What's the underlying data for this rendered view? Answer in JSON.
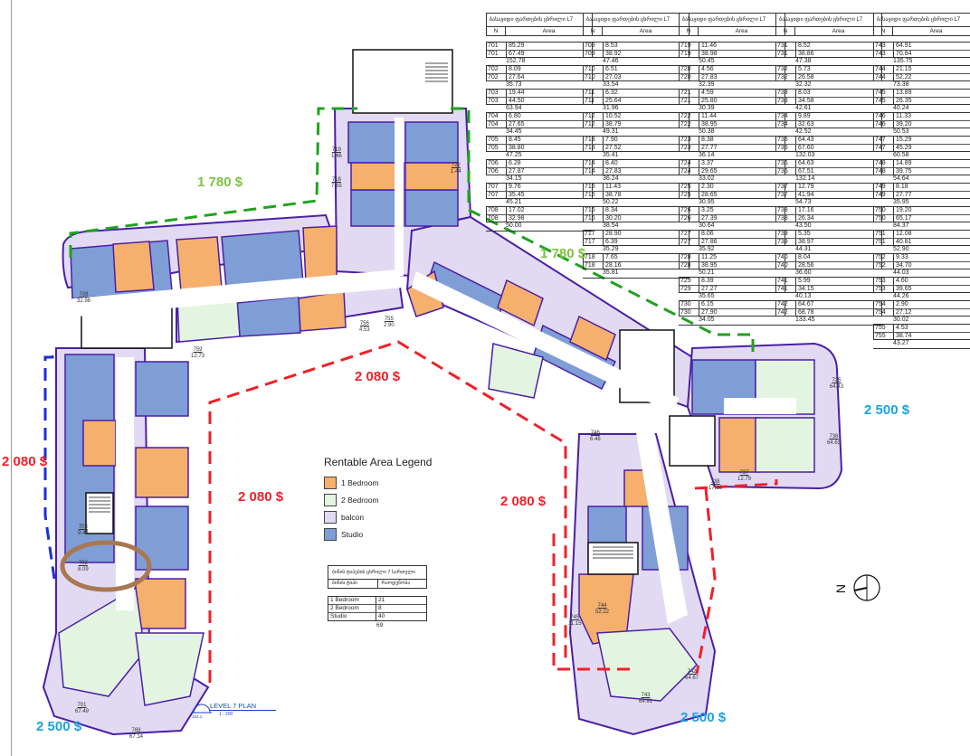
{
  "drawing": {
    "title": "LEVEL 7 PLAN",
    "scale": "1 : 200",
    "view_number": "1",
    "sheet_ref": "A-102.1",
    "north_label": "N"
  },
  "area_tables": [
    {
      "title": "ბასაყიდი ფართების ცხრილი L7",
      "col_n": "N",
      "col_area": "Area",
      "groups": [
        {
          "rows": [
            [
              "701",
              "85.29"
            ],
            [
              "701",
              "67.49"
            ]
          ],
          "total": "152.78"
        },
        {
          "rows": [
            [
              "702",
              "8.09"
            ],
            [
              "702",
              "27.64"
            ]
          ],
          "total": "35.73"
        },
        {
          "rows": [
            [
              "703",
              "19.44"
            ],
            [
              "703",
              "44.50"
            ]
          ],
          "total": "63.94"
        },
        {
          "rows": [
            [
              "704",
              "6.80"
            ],
            [
              "704",
              "27.65"
            ]
          ],
          "total": "34.45"
        },
        {
          "rows": [
            [
              "705",
              "8.45"
            ],
            [
              "705",
              "38.80"
            ]
          ],
          "total": "47.25"
        },
        {
          "rows": [
            [
              "706",
              "6.28"
            ],
            [
              "706",
              "27.87"
            ]
          ],
          "total": "34.15"
        },
        {
          "rows": [
            [
              "707",
              "9.76"
            ],
            [
              "707",
              "35.45"
            ]
          ],
          "total": "45.21"
        },
        {
          "rows": [
            [
              "708",
              "17.02"
            ],
            [
              "708",
              "32.98"
            ]
          ],
          "total": "50.00"
        }
      ]
    },
    {
      "title": "ბასაყიდი ფართების ცხრილი L7",
      "col_n": "N",
      "col_area": "Area",
      "groups": [
        {
          "rows": [
            [
              "709",
              "8.53"
            ],
            [
              "709",
              "38.92"
            ]
          ],
          "total": "47.46"
        },
        {
          "rows": [
            [
              "710",
              "6.51"
            ],
            [
              "710",
              "27.03"
            ]
          ],
          "total": "33.54"
        },
        {
          "rows": [
            [
              "711",
              "6.32"
            ],
            [
              "711",
              "25.64"
            ]
          ],
          "total": "31.96"
        },
        {
          "rows": [
            [
              "712",
              "10.52"
            ],
            [
              "712",
              "38.79"
            ]
          ],
          "total": "49.31"
        },
        {
          "rows": [
            [
              "713",
              "7.90"
            ],
            [
              "713",
              "27.52"
            ]
          ],
          "total": "35.41"
        },
        {
          "rows": [
            [
              "714",
              "8.40"
            ],
            [
              "714",
              "27.83"
            ]
          ],
          "total": "36.24"
        },
        {
          "rows": [
            [
              "715",
              "11.43"
            ],
            [
              "715",
              "38.78"
            ]
          ],
          "total": "50.22"
        },
        {
          "rows": [
            [
              "716",
              "8.34"
            ],
            [
              "716",
              "30.20"
            ]
          ],
          "total": "38.54"
        },
        {
          "rows": [
            [
              "717",
              "28.90"
            ],
            [
              "717",
              "6.39"
            ]
          ],
          "total": "35.29"
        },
        {
          "rows": [
            [
              "718",
              "7.65"
            ],
            [
              "718",
              "28.16"
            ]
          ],
          "total": "35.81"
        }
      ]
    },
    {
      "title": "ბასაყიდი ფართების ცხრილი L7",
      "col_n": "N",
      "col_area": "Area",
      "groups": [
        {
          "rows": [
            [
              "719",
              "11.46"
            ],
            [
              "719",
              "38.98"
            ]
          ],
          "total": "50.45"
        },
        {
          "rows": [
            [
              "720",
              "4.56"
            ],
            [
              "720",
              "27.83"
            ]
          ],
          "total": "32.39"
        },
        {
          "rows": [
            [
              "721",
              "4.59"
            ],
            [
              "721",
              "25.80"
            ]
          ],
          "total": "30.39"
        },
        {
          "rows": [
            [
              "722",
              "11.44"
            ],
            [
              "722",
              "38.95"
            ]
          ],
          "total": "50.38"
        },
        {
          "rows": [
            [
              "723",
              "8.38"
            ],
            [
              "723",
              "27.77"
            ]
          ],
          "total": "36.14"
        },
        {
          "rows": [
            [
              "724",
              "3.37"
            ],
            [
              "724",
              "29.65"
            ]
          ],
          "total": "33.02"
        },
        {
          "rows": [
            [
              "725",
              "2.30"
            ],
            [
              "725",
              "28.65"
            ]
          ],
          "total": "30.95"
        },
        {
          "rows": [
            [
              "726",
              "3.25"
            ],
            [
              "726",
              "27.39"
            ]
          ],
          "total": "30.64"
        },
        {
          "rows": [
            [
              "727",
              "8.06"
            ],
            [
              "727",
              "27.86"
            ]
          ],
          "total": "35.92"
        },
        {
          "rows": [
            [
              "728",
              "11.25"
            ],
            [
              "728",
              "38.95"
            ]
          ],
          "total": "50.21"
        },
        {
          "rows": [
            [
              "729",
              "8.39"
            ],
            [
              "729",
              "27.27"
            ]
          ],
          "total": "35.65"
        },
        {
          "rows": [
            [
              "730",
              "6.15"
            ],
            [
              "730",
              "27.90"
            ]
          ],
          "total": "34.05"
        }
      ]
    },
    {
      "title": "ბასაყიდი ფართების ცხრილი L7",
      "col_n": "N",
      "col_area": "Area",
      "groups": [
        {
          "rows": [
            [
              "731",
              "8.52"
            ],
            [
              "731",
              "38.86"
            ]
          ],
          "total": "47.38"
        },
        {
          "rows": [
            [
              "732",
              "5.73"
            ],
            [
              "732",
              "26.58"
            ]
          ],
          "total": "32.32"
        },
        {
          "rows": [
            [
              "733",
              "8.03"
            ],
            [
              "733",
              "34.58"
            ]
          ],
          "total": "42.61"
        },
        {
          "rows": [
            [
              "734",
              "9.89"
            ],
            [
              "734",
              "32.63"
            ]
          ],
          "total": "42.52"
        },
        {
          "rows": [
            [
              "735",
              "64.43"
            ],
            [
              "735",
              "67.60"
            ]
          ],
          "total": "132.03"
        },
        {
          "rows": [
            [
              "736",
              "64.63"
            ],
            [
              "736",
              "67.51"
            ]
          ],
          "total": "132.14"
        },
        {
          "rows": [
            [
              "737",
              "12.79"
            ],
            [
              "737",
              "41.94"
            ]
          ],
          "total": "54.73"
        },
        {
          "rows": [
            [
              "738",
              "17.16"
            ],
            [
              "738",
              "26.34"
            ]
          ],
          "total": "43.50"
        },
        {
          "rows": [
            [
              "739",
              "5.35"
            ],
            [
              "739",
              "38.97"
            ]
          ],
          "total": "44.31"
        },
        {
          "rows": [
            [
              "740",
              "8.04"
            ],
            [
              "740",
              "28.56"
            ]
          ],
          "total": "36.60"
        },
        {
          "rows": [
            [
              "741",
              "5.99"
            ],
            [
              "741",
              "34.15"
            ]
          ],
          "total": "40.13"
        },
        {
          "rows": [
            [
              "742",
              "64.67"
            ],
            [
              "742",
              "68.78"
            ]
          ],
          "total": "133.45"
        }
      ]
    },
    {
      "title": "ბასაყიდი ფართების ცხრილი L7",
      "col_n": "N",
      "col_area": "Area",
      "groups": [
        {
          "rows": [
            [
              "743",
              "64.91"
            ],
            [
              "743",
              "70.84"
            ]
          ],
          "total": "135.75"
        },
        {
          "rows": [
            [
              "744",
              "21.15"
            ],
            [
              "744",
              "52.22"
            ]
          ],
          "total": "73.38"
        },
        {
          "rows": [
            [
              "745",
              "13.89"
            ],
            [
              "745",
              "26.35"
            ]
          ],
          "total": "40.24"
        },
        {
          "rows": [
            [
              "746",
              "11.33"
            ],
            [
              "746",
              "39.20"
            ]
          ],
          "total": "50.53"
        },
        {
          "rows": [
            [
              "747",
              "15.29"
            ],
            [
              "747",
              "45.29"
            ]
          ],
          "total": "60.58"
        },
        {
          "rows": [
            [
              "748",
              "14.89"
            ],
            [
              "748",
              "39.75"
            ]
          ],
          "total": "54.64"
        },
        {
          "rows": [
            [
              "749",
              "8.18"
            ],
            [
              "749",
              "27.77"
            ]
          ],
          "total": "35.95"
        },
        {
          "rows": [
            [
              "750",
              "19.20"
            ],
            [
              "750",
              "65.17"
            ]
          ],
          "total": "84.37"
        },
        {
          "rows": [
            [
              "751",
              "12.08"
            ],
            [
              "751",
              "40.81"
            ]
          ],
          "total": "52.90"
        },
        {
          "rows": [
            [
              "752",
              "9.33"
            ],
            [
              "752",
              "34.70"
            ]
          ],
          "total": "44.03"
        },
        {
          "rows": [
            [
              "753",
              "4.60"
            ],
            [
              "753",
              "39.65"
            ]
          ],
          "total": "44.26"
        },
        {
          "rows": [
            [
              "754",
              "2.90"
            ],
            [
              "754",
              "27.12"
            ]
          ],
          "total": "30.02"
        },
        {
          "rows": [
            [
              "755",
              "4.53"
            ],
            [
              "755",
              "38.74"
            ]
          ],
          "total": "43.27"
        }
      ]
    }
  ],
  "prices": [
    {
      "label": "1 780 $",
      "zone": "north-west wing",
      "color": "#7dc241"
    },
    {
      "label": "1 780 $",
      "zone": "north-east wing",
      "color": "#7dc241"
    },
    {
      "label": "2 080 $",
      "zone": "inner courtyard top",
      "color": "#f0202a"
    },
    {
      "label": "2 080 $",
      "zone": "west wing outer",
      "color": "#f0202a"
    },
    {
      "label": "2 080 $",
      "zone": "west wing inner",
      "color": "#f0202a"
    },
    {
      "label": "2 080 $",
      "zone": "east wing inner",
      "color": "#f0202a"
    },
    {
      "label": "2 500 $",
      "zone": "south-west corner",
      "color": "#1aa3e0"
    },
    {
      "label": "2 500 $",
      "zone": "south-east corner",
      "color": "#1aa3e0"
    },
    {
      "label": "2 500 $",
      "zone": "east end",
      "color": "#1aa3e0"
    }
  ],
  "legend": {
    "title": "Rentable Area Legend",
    "items": [
      {
        "label": "1 Bedroom",
        "color": "#f5b06e"
      },
      {
        "label": "2 Bedroom",
        "color": "#e3f5e0"
      },
      {
        "label": "balcon",
        "color": "#e2daf2"
      },
      {
        "label": "Studio",
        "color": "#7f9ed6"
      }
    ]
  },
  "summary_table": {
    "title": "ბინის ტიპების ცხრილი 7 სართული",
    "col_type": "ბინის ტიპი",
    "col_count": "რაოდენობა",
    "rows": [
      {
        "type": "1 Bedroom",
        "count": "21"
      },
      {
        "type": "2 Bedroom",
        "count": "8"
      },
      {
        "type": "Studio",
        "count": "40"
      }
    ],
    "total": "69"
  },
  "unit_labels": [
    {
      "n": "701",
      "a": "67.49"
    },
    {
      "n": "769",
      "a": "67.14"
    },
    {
      "n": "702",
      "a": "8.09"
    },
    {
      "n": "703",
      "a": "9.44"
    },
    {
      "n": "708",
      "a": "32.98"
    },
    {
      "n": "759",
      "a": "12.73"
    },
    {
      "n": "756",
      "a": "4.53"
    },
    {
      "n": "755",
      "a": "2.90"
    },
    {
      "n": "735",
      "a": "64.43"
    },
    {
      "n": "736",
      "a": "64.63"
    },
    {
      "n": "737",
      "a": "12.79"
    },
    {
      "n": "738",
      "a": "17.16"
    },
    {
      "n": "742",
      "a": "64.67"
    },
    {
      "n": "743",
      "a": "64.91"
    },
    {
      "n": "744",
      "a": "52.22"
    },
    {
      "n": "745",
      "a": "11.15"
    },
    {
      "n": "746",
      "a": "6.48"
    },
    {
      "n": "719",
      "a": "1.46"
    },
    {
      "n": "722",
      "a": "1.44"
    },
    {
      "n": "718",
      "a": "7.65"
    }
  ],
  "highlight": {
    "unit": "702",
    "color": "#a87852"
  }
}
